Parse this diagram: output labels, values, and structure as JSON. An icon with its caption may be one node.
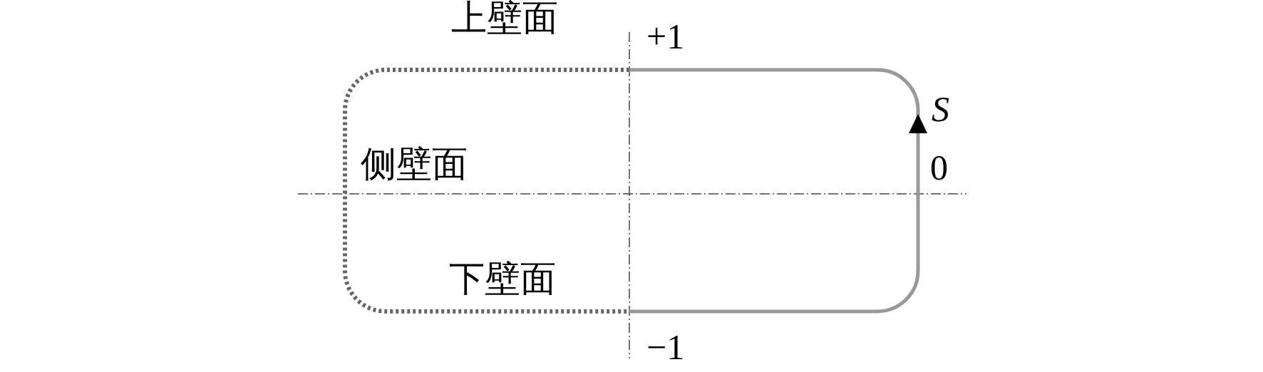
{
  "diagram": {
    "labels": [
      "上壁面",
      "+1",
      "S",
      "0",
      "侧壁面",
      "下壁面",
      "−1"
    ]
  }
}
